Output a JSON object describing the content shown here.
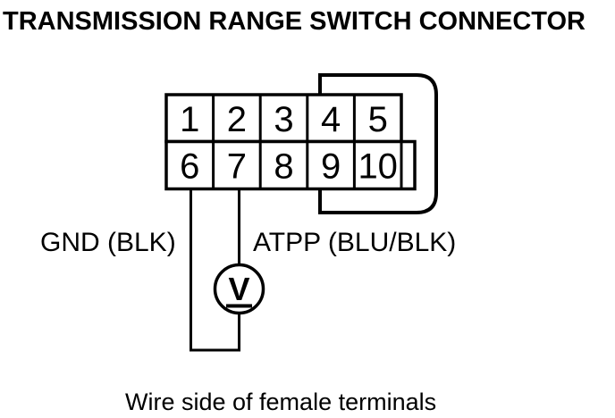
{
  "title": "TRANSMISSION RANGE SWITCH CONNECTOR",
  "connector": {
    "pins": [
      "1",
      "2",
      "3",
      "4",
      "5",
      "6",
      "7",
      "8",
      "9",
      "10"
    ]
  },
  "wires": {
    "gnd_label": "GND (BLK)",
    "atpp_label": "ATPP (BLU/BLK)"
  },
  "meter": {
    "symbol": "V"
  },
  "caption": "Wire side of female terminals",
  "colors": {
    "line": "#000000",
    "background": "#ffffff"
  }
}
